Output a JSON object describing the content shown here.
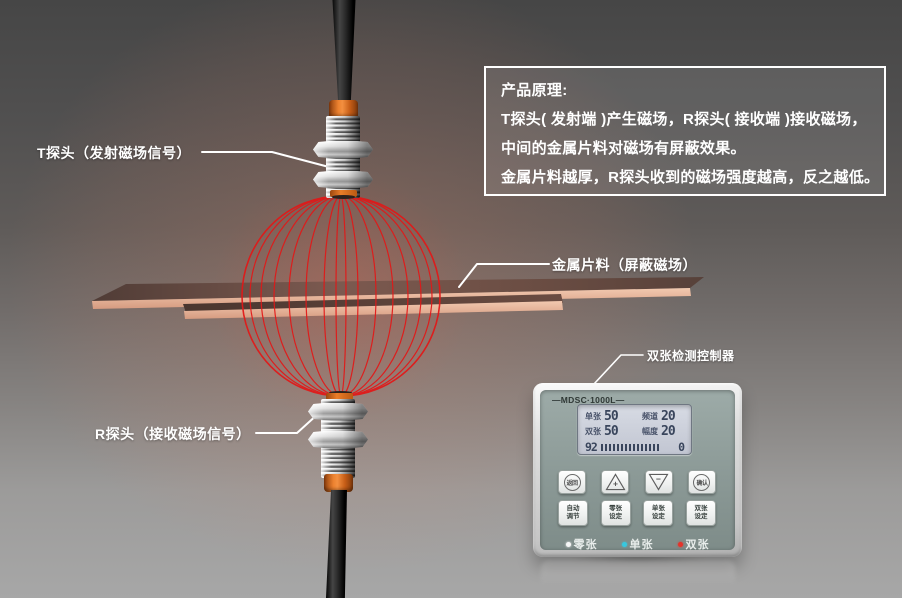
{
  "info_box": {
    "title": "产品原理:",
    "line1": "T探头( 发射端 )产生磁场，R探头( 接收端 )接收磁场，",
    "line2": "中间的金属片料对磁场有屏蔽效果。",
    "line3": "金属片料越厚，R探头收到的磁场强度越高，反之越低。"
  },
  "labels": {
    "t_probe": "T探头（发射磁场信号）",
    "metal_sheet": "金属片料（屏蔽磁场）",
    "r_probe": "R探头（接收磁场信号）",
    "controller": "双张检测控制器"
  },
  "device": {
    "model": "—MDSC·1000L—",
    "lcd": {
      "single_label": "单张",
      "single_value": "50",
      "channel_label": "频道",
      "channel_value": "20",
      "double_label": "双张",
      "double_value": "50",
      "amplitude_label": "幅度",
      "amplitude_value": "20",
      "meter_left": "92",
      "meter_right": "0"
    },
    "keys": {
      "back": "返回",
      "up_symbol": "+",
      "down_symbol": "−",
      "confirm": "确认",
      "auto_line1": "自动",
      "auto_line2": "调节",
      "zero_line1": "零张",
      "zero_line2": "设定",
      "single_line1": "单张",
      "single_line2": "设定",
      "double_line1": "双张",
      "double_line2": "设定"
    },
    "indicators": {
      "zero": "零张",
      "single": "单张",
      "double": "双张"
    }
  },
  "colors": {
    "accent_orange": "#e0751f",
    "field_line_red": "#e31717",
    "copper_face": "#6f4d44",
    "copper_edge": "#e2ab90",
    "led_zero": "#f7f7f7",
    "led_single": "#38c7de",
    "led_double": "#e5332a",
    "lcd_background": "#ccd0db",
    "lcd_ink": "#39455c",
    "label_text": "#ffffff"
  }
}
